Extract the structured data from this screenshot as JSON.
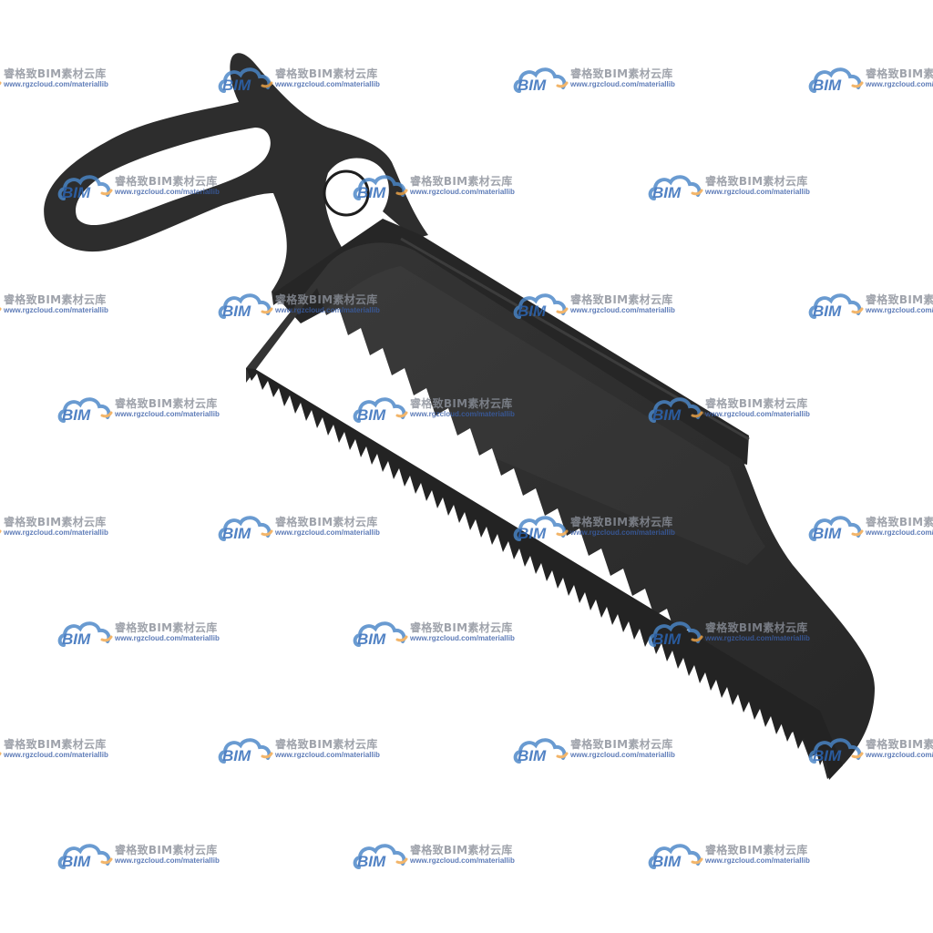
{
  "image": {
    "subject": "saw",
    "colors": {
      "background": "#ffffff",
      "saw_body": "#2c2c2c",
      "saw_highlight": "#3b3b3b",
      "saw_shadow": "#1c1c1c"
    }
  },
  "watermark": {
    "brand": "BIM",
    "company": "睿格致BIM素材云库",
    "url": "www.rgzcloud.com/materiallib",
    "colors": {
      "cloud": "#4a86c8",
      "accent": "#f0a64a",
      "company_text": "#8a8f99",
      "url_text": "#3a5fa8"
    }
  }
}
